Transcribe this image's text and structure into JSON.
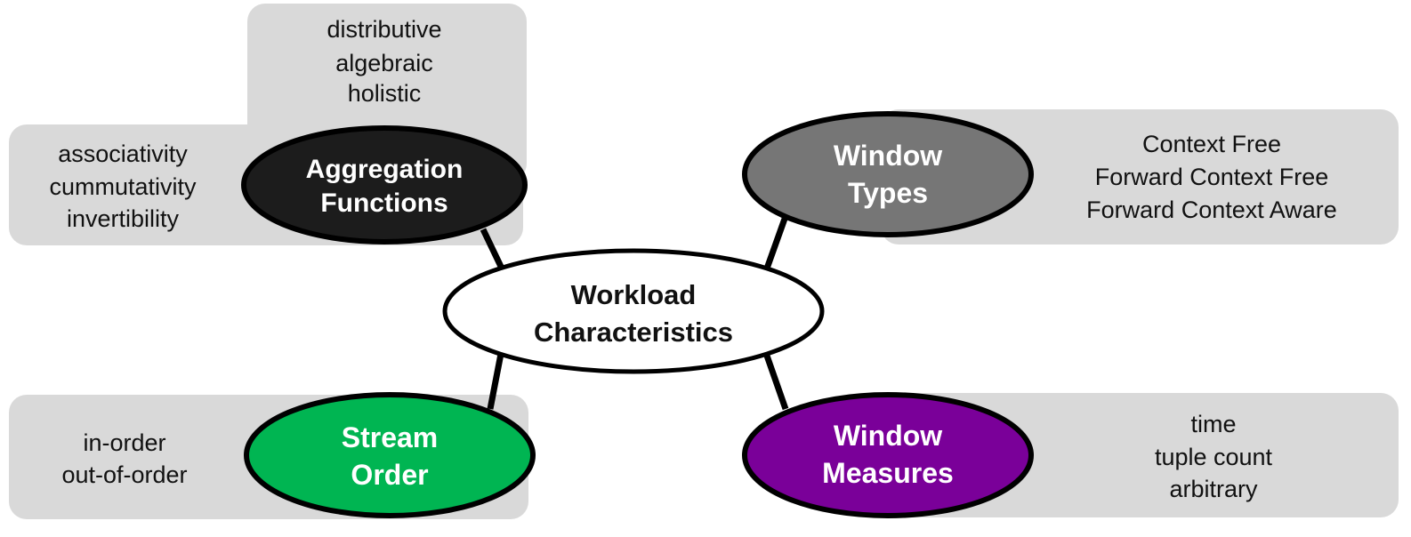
{
  "center": {
    "label_lines": [
      "Workload",
      "Characteristics"
    ],
    "fill": "#ffffff",
    "text_color": "#111111"
  },
  "nodes": {
    "aggregation_functions": {
      "label_lines": [
        "Aggregation",
        "Functions"
      ],
      "fill": "#1c1c1c",
      "text_color": "#ffffff",
      "top_items": [
        "distributive",
        "algebraic",
        "holistic"
      ],
      "side_items": [
        "associativity",
        "cummutativity",
        "invertibility"
      ]
    },
    "window_types": {
      "label_lines": [
        "Window",
        "Types"
      ],
      "fill": "#767676",
      "text_color": "#ffffff",
      "items": [
        "Context Free",
        "Forward Context Free",
        "Forward Context Aware"
      ]
    },
    "stream_order": {
      "label_lines": [
        "Stream",
        "Order"
      ],
      "fill": "#00b552",
      "text_color": "#ffffff",
      "items": [
        "in-order",
        "out-of-order"
      ]
    },
    "window_measures": {
      "label_lines": [
        "Window",
        "Measures"
      ],
      "fill": "#7a0099",
      "text_color": "#ffffff",
      "items": [
        "time",
        "tuple count",
        "arbitrary"
      ]
    }
  },
  "colors": {
    "panel": "#d9d9d9",
    "outline": "#000000"
  }
}
